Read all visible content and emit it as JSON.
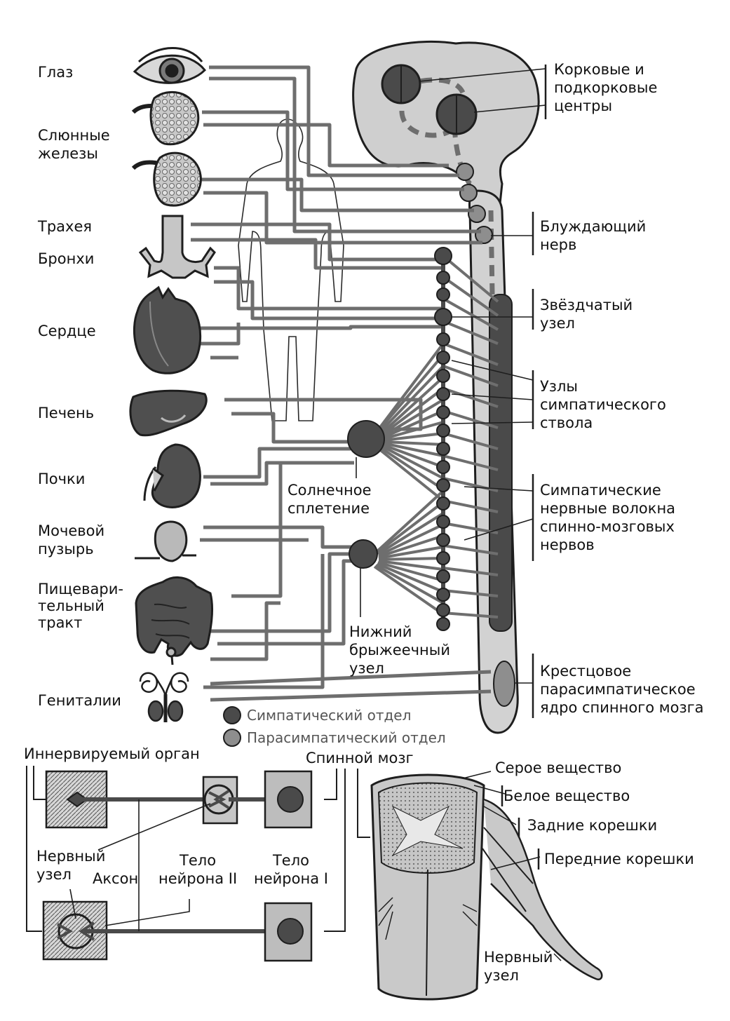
{
  "colors": {
    "nerve": "#6e6e6e",
    "sympathetic": "#4a4a4a",
    "parasympathetic": "#8e8e8e",
    "organ_dark": "#4f4f4f",
    "organ_light": "#b9b9b9",
    "brain": "#cfcfcf",
    "outline": "#1e1e1e"
  },
  "organs": {
    "eye": "Глаз",
    "salivary": "Слюнные\nжелезы",
    "trachea": "Трахея",
    "bronchi": "Бронхи",
    "heart": "Сердце",
    "liver": "Печень",
    "kidneys": "Почки",
    "bladder": "Мочевой\nпузырь",
    "digestive": "Пищевари-\nтельный\nтракт",
    "genitals": "Гениталии"
  },
  "annotations": {
    "cortical": "Корковые и\nподкорковые\nцентры",
    "vagus": "Блуждающий\nнерв",
    "stellate": "Звёздчатый\nузел",
    "chain": "Узлы\nсимпатического\nствола",
    "fibers": "Симпатические\nнервные волокна\nспинно-мозговых\nнервов",
    "solar": "Солнечное\nсплетение",
    "mesenteric": "Нижний\nбрыжеечный\nузел",
    "sacral": "Крестцовое\nпарасимпатическое\nядро спинного мозга"
  },
  "legend": {
    "sympathetic": "Симпатический отдел",
    "parasympathetic": "Парасимпатический отдел"
  },
  "bottom": {
    "innervated": "Иннервируемый орган",
    "spinal_cord": "Спинной мозг",
    "ganglion": "Нервный\nузел",
    "axon": "Аксон",
    "neuron2": "Тело\nнейрона II",
    "neuron1": "Тело\nнейрона I",
    "gray": "Серое вещество",
    "white": "Белое вещество",
    "dorsal": "Задние корешки",
    "ventral": "Передние корешки",
    "ganglion2": "Нервный\nузел"
  }
}
